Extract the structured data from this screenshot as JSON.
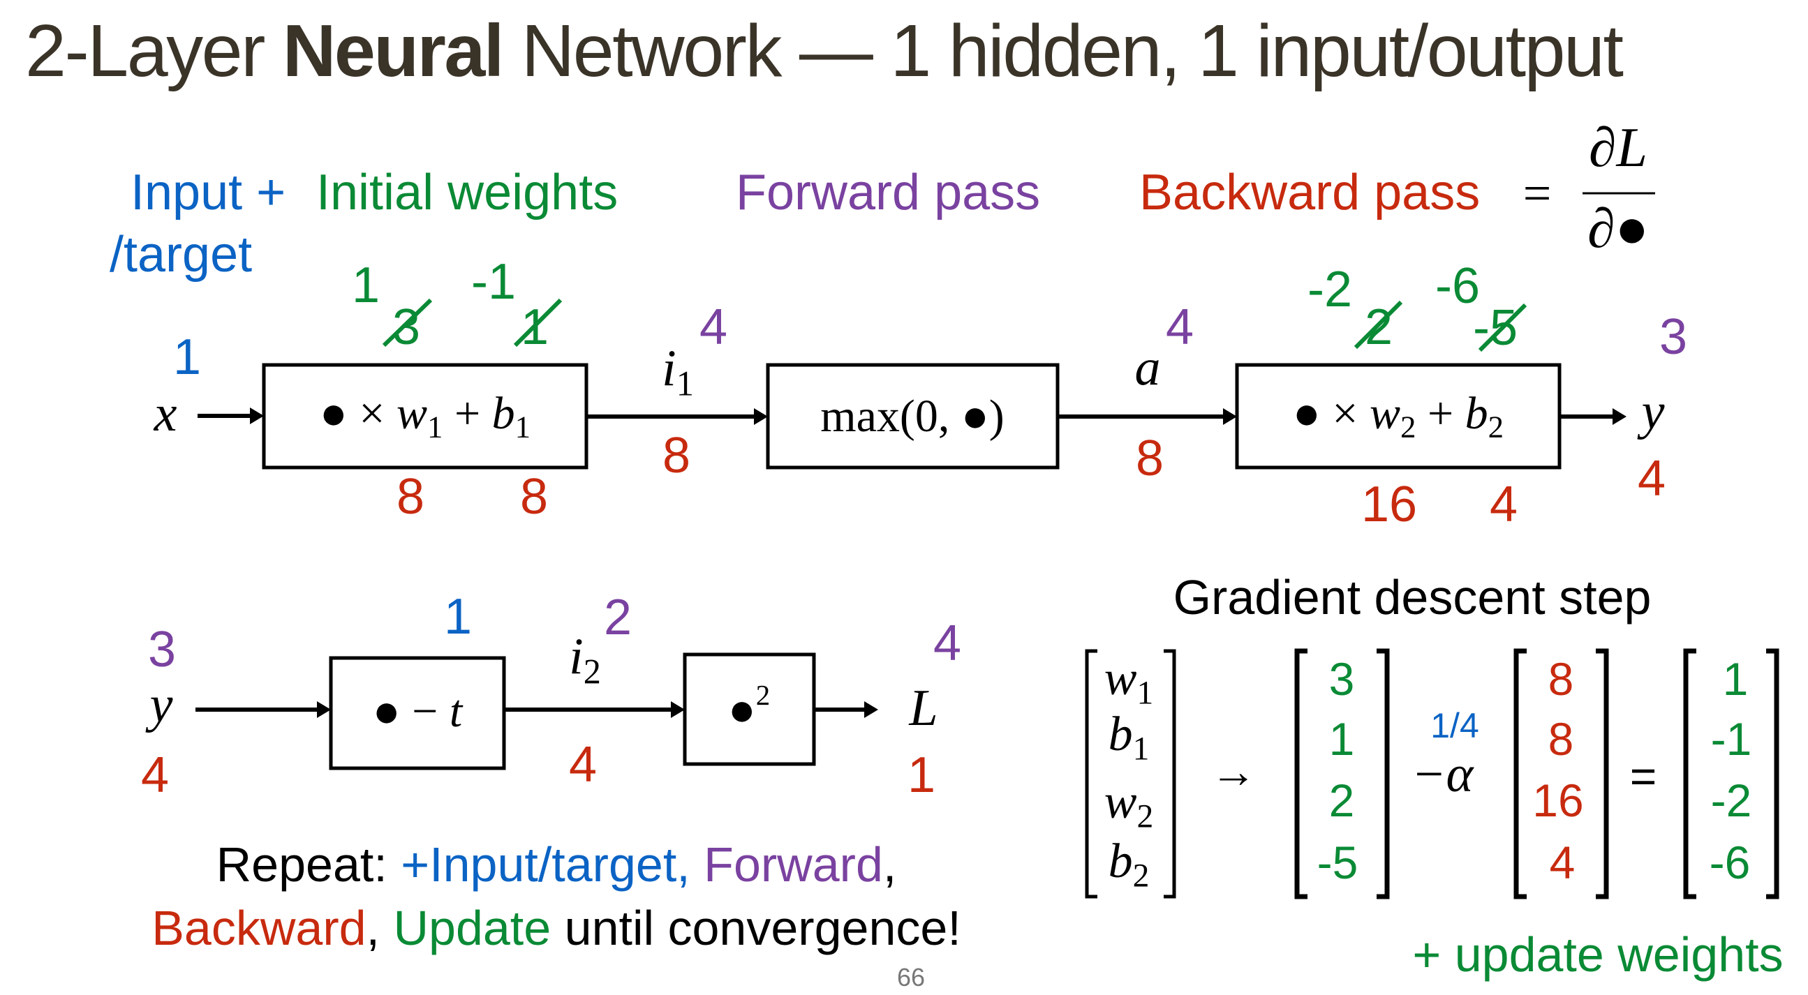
{
  "title": {
    "prefix": "2-Layer ",
    "bold": "Neural",
    "suffix": " Network — 1 hidden, 1 input/output"
  },
  "legend": {
    "input": "Input +",
    "target": "/target",
    "initial_weights": "Initial weights",
    "forward": "Forward pass",
    "backward": "Backward pass",
    "equals": "=",
    "fraction_numerator": "∂L",
    "fraction_denominator": "∂●"
  },
  "colors": {
    "input": "#0B63C4",
    "weights": "#0A8A35",
    "forward": "#7A42A0",
    "backward": "#C72A0E",
    "title": "#3A3328"
  },
  "network": {
    "input_var": "x",
    "input_value": "1",
    "layer1": {
      "box": "● × w₁ + b₁",
      "w1_new": "1",
      "b1_new": "-1",
      "w1_old": "3",
      "b1_old": "1",
      "grad_w1": "8",
      "grad_b1": "8"
    },
    "i1": {
      "var": "i",
      "sub": "1",
      "forward": "4",
      "backward": "8"
    },
    "relu": {
      "box": "max(0, ●)"
    },
    "a": {
      "var": "a",
      "forward": "4",
      "backward": "8"
    },
    "layer2": {
      "box": "● × w₂ + b₂",
      "w2_new": "-2",
      "b2_new": "-6",
      "w2_old": "2",
      "b2_old": "-5",
      "grad_w2": "16",
      "grad_b2": "4"
    },
    "output": {
      "var": "y",
      "forward": "3",
      "backward": "4"
    }
  },
  "loss": {
    "y": {
      "var": "y",
      "forward": "3",
      "backward": "4"
    },
    "subtract_box": "● − t",
    "target_value": "1",
    "i2": {
      "var": "i",
      "sub": "2",
      "forward": "2",
      "backward": "4"
    },
    "square_box": "●²",
    "L": {
      "var": "L",
      "forward": "4",
      "backward": "1"
    }
  },
  "repeat": {
    "line1": [
      {
        "text": "Repeat: ",
        "color": "black"
      },
      {
        "text": "+Input/target, ",
        "color": "blue"
      },
      {
        "text": "Forward",
        "color": "purple"
      },
      {
        "text": ",",
        "color": "black"
      }
    ],
    "line2": [
      {
        "text": "Backward",
        "color": "red"
      },
      {
        "text": ", ",
        "color": "black"
      },
      {
        "text": "Update",
        "color": "green"
      },
      {
        "text": " until convergence!",
        "color": "black"
      }
    ]
  },
  "gradient_descent": {
    "title": "Gradient descent step",
    "params": [
      "w₁",
      "b₁",
      "w₂",
      "b₂"
    ],
    "arrow": "→",
    "current": [
      "3",
      "1",
      "2",
      "-5"
    ],
    "alpha_value": "1/4",
    "minus_alpha": "−α",
    "gradients": [
      "8",
      "8",
      "16",
      "4"
    ],
    "equals": "=",
    "updated": [
      "1",
      "-1",
      "-2",
      "-6"
    ],
    "footer": "+ update weights"
  },
  "page_number": "66"
}
